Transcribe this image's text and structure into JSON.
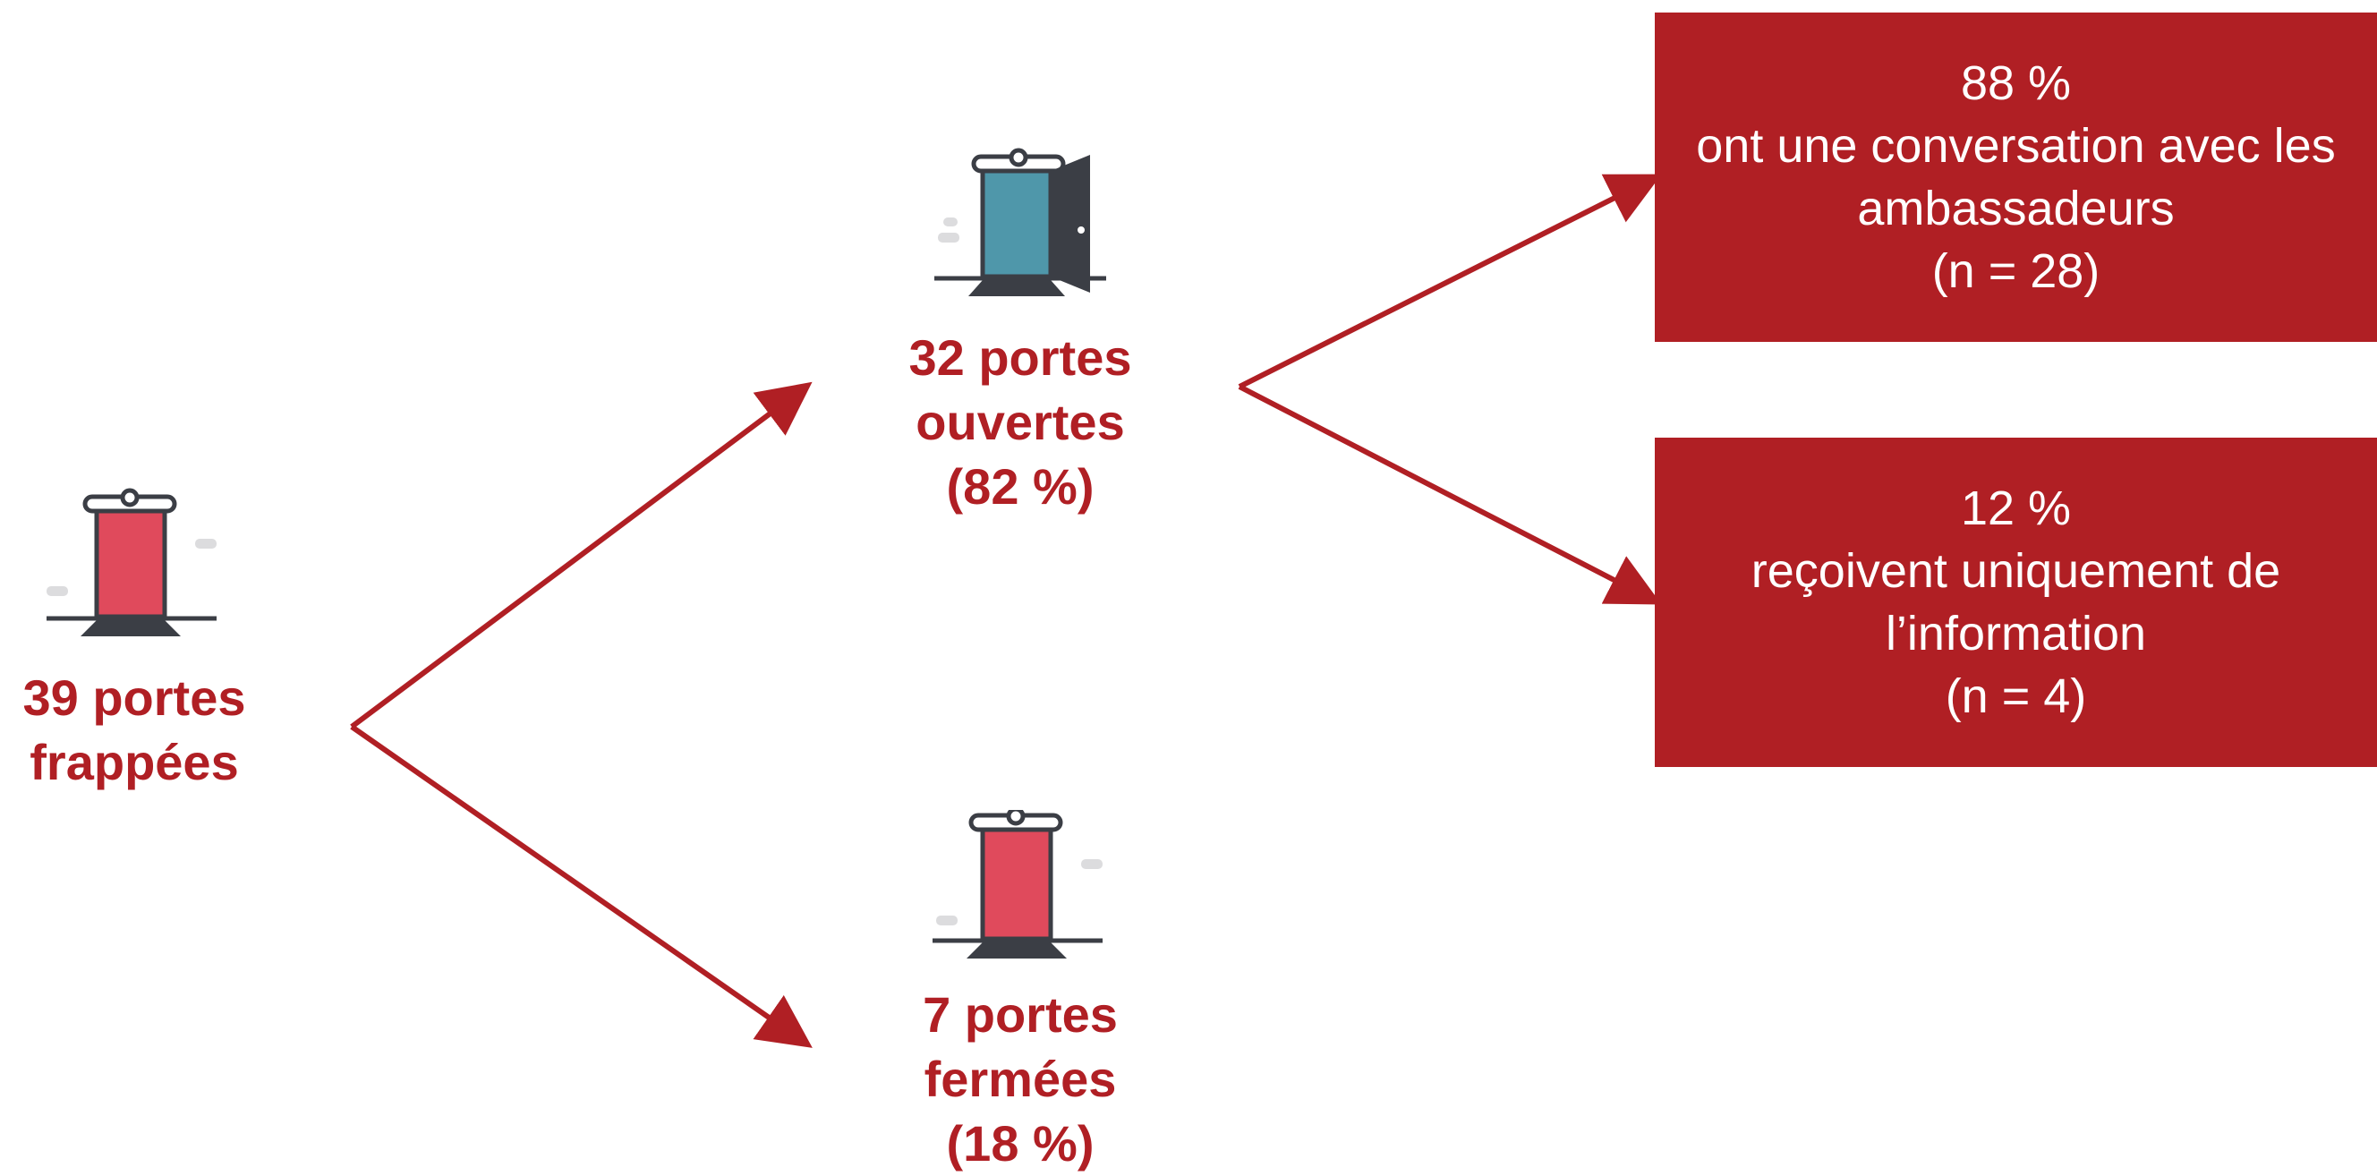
{
  "colors": {
    "accent": "#b01f24",
    "door_red": "#e04a5c",
    "door_teal": "#4f97aa",
    "dark": "#3b3e45",
    "shadow": "#dcdcde"
  },
  "root": {
    "lines": [
      "39 portes",
      "frappées"
    ],
    "icon": "closed-door-icon"
  },
  "open_doors": {
    "lines": [
      "32 portes",
      "ouvertes",
      "(82 %)"
    ],
    "icon": "open-door-icon"
  },
  "closed_doors": {
    "lines": [
      "7 portes",
      "fermées",
      "(18 %)"
    ],
    "icon": "closed-door-icon"
  },
  "outcome_conversation": {
    "lines": [
      "88 %",
      "ont une conversation avec les",
      "ambassadeurs",
      "(n = 28)"
    ]
  },
  "outcome_information": {
    "lines": [
      "12 %",
      "reçoivent uniquement de",
      "l’information",
      "(n = 4)"
    ]
  }
}
